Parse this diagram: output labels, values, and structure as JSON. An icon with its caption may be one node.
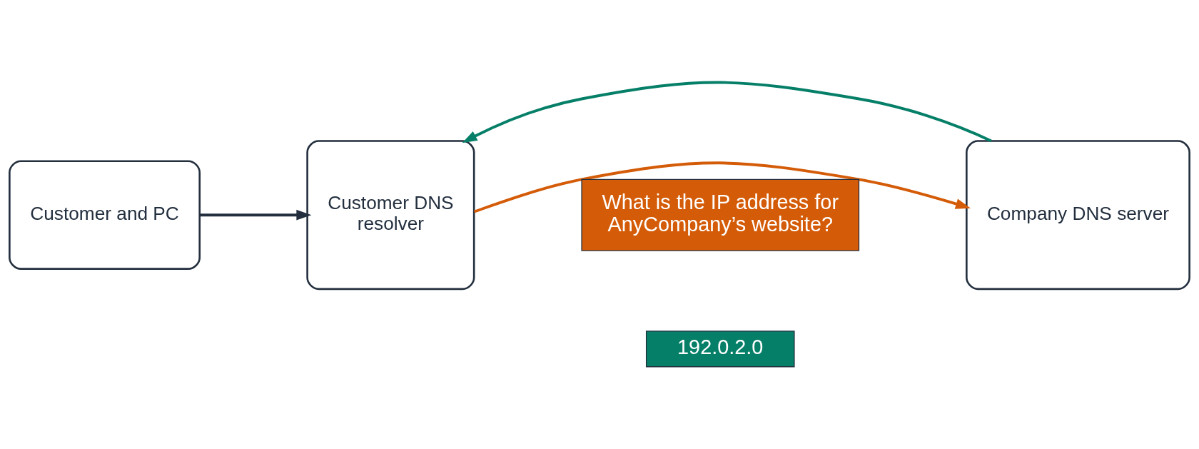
{
  "diagram": {
    "nodes": [
      {
        "text": [
          "Customer and PC"
        ]
      },
      {
        "text": [
          "Customer DNS resolver"
        ]
      },
      {
        "text": [
          "Company DNS server"
        ]
      },
      {
        "text": [
          "What is the IP address for AnyCompany’s website?"
        ]
      },
      {
        "text": [
          "192.0.2.0"
        ]
      }
    ],
    "edges": [
      {
        "from": 0,
        "to": 1,
        "arrow": "to",
        "color": "#232f3e"
      },
      {
        "from": 1,
        "to": 2,
        "arrow": "to",
        "color": "#d45b07"
      },
      {
        "from": 2,
        "to": 1,
        "arrow": "to",
        "color": "#067f68"
      }
    ]
  }
}
